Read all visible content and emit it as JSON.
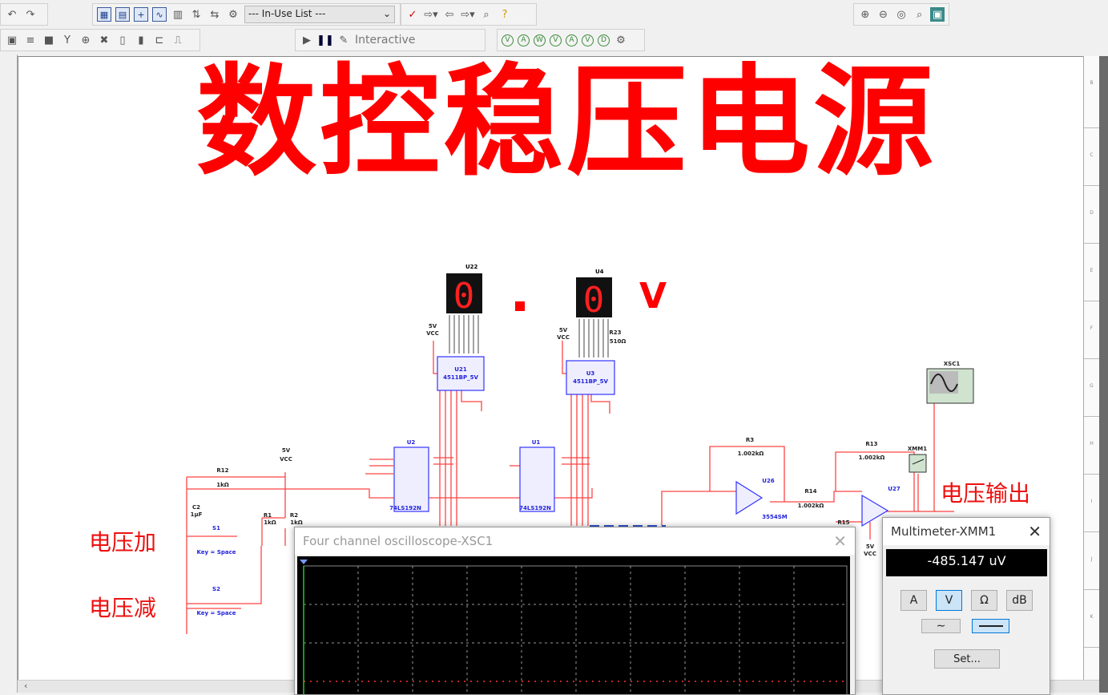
{
  "toolbar": {
    "component_list": "--- In-Use List ---",
    "sim_mode": "Interactive"
  },
  "schematic": {
    "title": "数控稳压电源",
    "labels": {
      "add": "电压加",
      "sub": "电压减",
      "out": "电压输出",
      "unit": "V"
    },
    "displays": [
      {
        "ref": "U22",
        "digit": "0"
      },
      {
        "ref": "U4",
        "digit": "0"
      }
    ],
    "decoders": [
      {
        "ref": "U21",
        "part": "4511BP_5V"
      },
      {
        "ref": "U3",
        "part": "4511BP_5V"
      }
    ],
    "counters": [
      {
        "ref": "U2",
        "part": "74LS192N"
      },
      {
        "ref": "U1",
        "part": "74LS192N"
      }
    ],
    "vcc": {
      "v": "5V",
      "name": "VCC"
    },
    "components": {
      "r12": "R12",
      "r12v": "1kΩ",
      "c2": "C2",
      "c2v": "1µF",
      "r1": "R1",
      "r1v": "1kΩ",
      "r2": "R2",
      "r2v": "1kΩ",
      "s1": "S1",
      "s2": "S2",
      "key": "Key = Space",
      "r23": "R23",
      "r23v": "510Ω",
      "r3": "R3",
      "r3v": "1.002kΩ",
      "r13": "R13",
      "r13v": "1.002kΩ",
      "r14": "R14",
      "r14v": "1.002kΩ",
      "r15": "R15",
      "u26": "U26",
      "u26p": "3554SM",
      "u27": "U27",
      "xsc": "XSC1",
      "xmm": "XMM1"
    }
  },
  "oscilloscope": {
    "title": "Four channel oscilloscope-XSC1"
  },
  "multimeter": {
    "title": "Multimeter-XMM1",
    "reading": "-485.147 uV",
    "modes": [
      "A",
      "V",
      "Ω",
      "dB"
    ],
    "active_mode": "V",
    "set_label": "Set..."
  },
  "ruler": [
    "B",
    "C",
    "D",
    "E",
    "F",
    "G",
    "H",
    "I",
    "J",
    "K"
  ],
  "colors": {
    "wire": "#ff3333",
    "component": "#3333ff",
    "title": "#ff0000",
    "segment": "#ff2020"
  }
}
